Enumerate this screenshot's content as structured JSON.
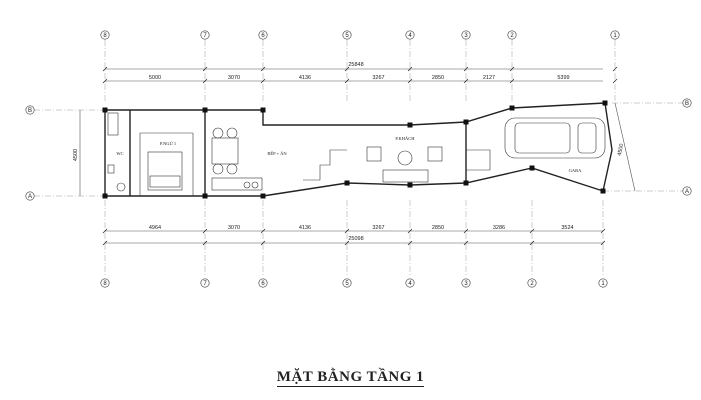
{
  "title": "MẶT BẰNG TẦNG 1",
  "grid_axes_vertical": [
    "8",
    "7",
    "6",
    "5",
    "4",
    "3",
    "2",
    "1"
  ],
  "grid_axes_horizontal": [
    "B",
    "A"
  ],
  "top_dims": {
    "total": "25848",
    "segments": [
      "5000",
      "3070",
      "4136",
      "3267",
      "2850",
      "2127",
      "5399"
    ]
  },
  "bottom_dims": {
    "total": "25098",
    "segments": [
      "4964",
      "3070",
      "4136",
      "3267",
      "2850",
      "3286",
      "3524"
    ]
  },
  "left_dim": "4500",
  "right_dim": "4500",
  "rooms": {
    "bedroom": "P.NGỦ 1",
    "wc": "WC",
    "kitchen": "BẾP + ĂN",
    "living": "P.KHÁCH",
    "garage": "GARA"
  }
}
